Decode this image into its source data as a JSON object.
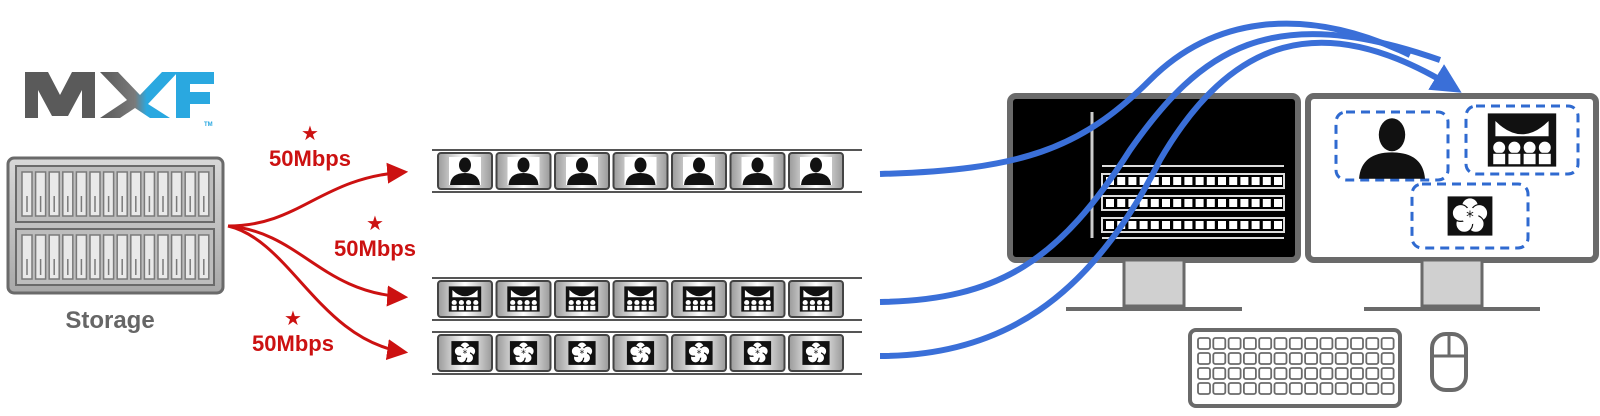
{
  "logo": {
    "text": "MXF",
    "trademark": "TM"
  },
  "storage": {
    "label": "Storage"
  },
  "streams": [
    {
      "bitrate": "50Mbps",
      "star": "★",
      "content": "person"
    },
    {
      "bitrate": "50Mbps",
      "star": "★",
      "content": "audience"
    },
    {
      "bitrate": "50Mbps",
      "star": "★",
      "content": "flower"
    }
  ],
  "colors": {
    "arrow_red": "#cc1111",
    "arrow_blue": "#3a6fd8",
    "logo_gray": "#5a5a5a",
    "logo_blue": "#2aa8e0",
    "dashed_blue": "#2f6ad0",
    "frame_gray": "#555555"
  },
  "icons": {
    "storage": "server-rack-icon",
    "person": "person-silhouette-icon",
    "audience": "stage-audience-icon",
    "flower": "flower-icon",
    "keyboard": "keyboard-icon",
    "mouse": "mouse-icon"
  }
}
